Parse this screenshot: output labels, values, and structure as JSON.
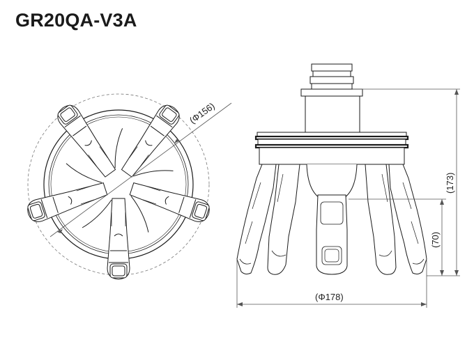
{
  "title": "GR20QA-V3A",
  "dimensions": {
    "top_view_diameter": "(Φ156)",
    "side_width": "(Φ178)",
    "total_height": "(173)",
    "finger_height": "(70)"
  },
  "colors": {
    "line": "#1a1a1a",
    "dim_line": "#555555",
    "background": "#ffffff"
  }
}
